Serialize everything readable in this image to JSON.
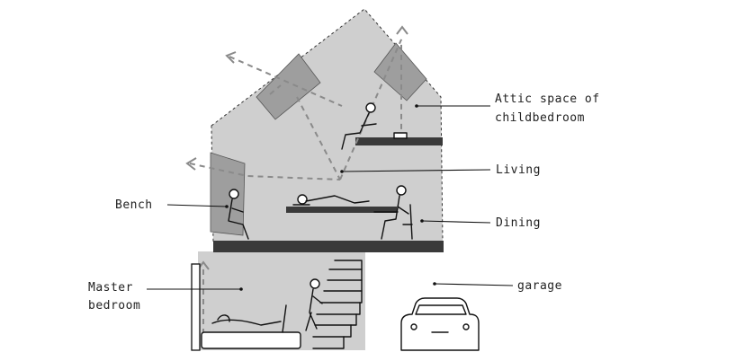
{
  "diagram": {
    "labels": {
      "attic_line1": "Attic space of",
      "attic_line2": "childbedroom",
      "living": "Living",
      "dining": "Dining",
      "bench": "Bench",
      "master_line1": "Master",
      "master_line2": "bedroom",
      "garage": "garage"
    },
    "colors": {
      "building": "#cfcfcf",
      "window": "#9e9e9e",
      "floor_slab": "#3a3a3a",
      "sight_line": "#8a8a8a",
      "ink": "#111111"
    }
  }
}
